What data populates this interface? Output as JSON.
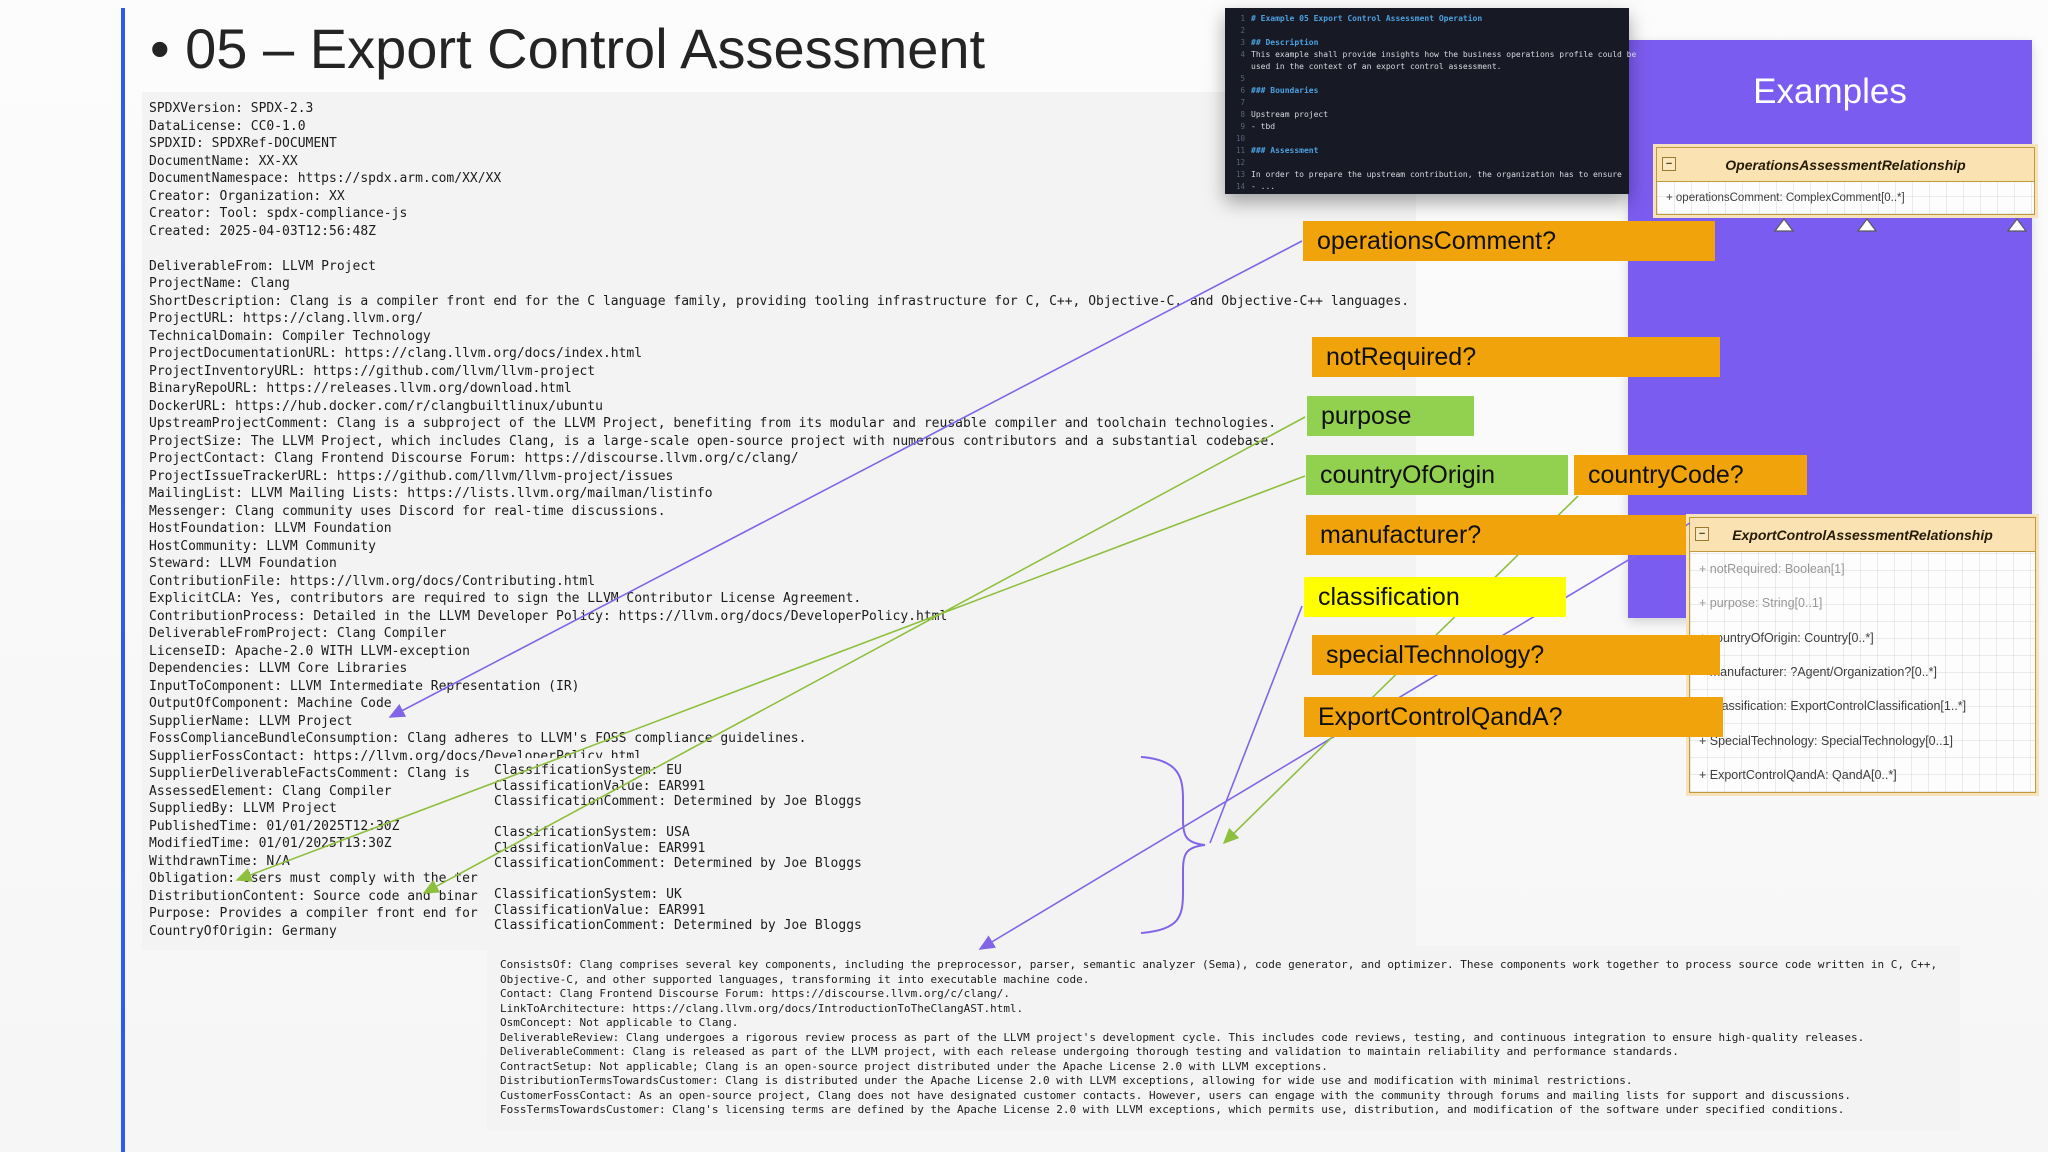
{
  "title": {
    "text": "• 05 – Export Control Assessment"
  },
  "colors": {
    "accent_line": "#2e5bea",
    "purple_panel": "#7b5cf0",
    "orange_label": "#f0a30a",
    "green_label": "#92d050",
    "yellow_label": "#ffff00",
    "purple_connector": "#8165e6",
    "green_connector": "#8fbf3f",
    "code_heading": "#4da0e0"
  },
  "icons": {
    "collapse_glyph": "−"
  },
  "spdx": {
    "lines": [
      "SPDXVersion: SPDX-2.3",
      "DataLicense: CC0-1.0",
      "SPDXID: SPDXRef-DOCUMENT",
      "DocumentName: XX-XX",
      "DocumentNamespace: https://spdx.arm.com/XX/XX",
      "Creator: Organization: XX",
      "Creator: Tool: spdx-compliance-js",
      "Created: 2025-04-03T12:56:48Z",
      "",
      "DeliverableFrom: LLVM Project",
      "ProjectName: Clang",
      "ShortDescription: Clang is a compiler front end for the C language family, providing tooling infrastructure for C, C++, Objective-C, and Objective-C++ languages.",
      "ProjectURL: https://clang.llvm.org/",
      "TechnicalDomain: Compiler Technology",
      "ProjectDocumentationURL: https://clang.llvm.org/docs/index.html",
      "ProjectInventoryURL: https://github.com/llvm/llvm-project",
      "BinaryRepoURL: https://releases.llvm.org/download.html",
      "DockerURL: https://hub.docker.com/r/clangbuiltlinux/ubuntu",
      "UpstreamProjectComment: Clang is a subproject of the LLVM Project, benefiting from its modular and reusable compiler and toolchain technologies.",
      "ProjectSize: The LLVM Project, which includes Clang, is a large-scale open-source project with numerous contributors and a substantial codebase.",
      "ProjectContact: Clang Frontend Discourse Forum: https://discourse.llvm.org/c/clang/",
      "ProjectIssueTrackerURL: https://github.com/llvm/llvm-project/issues",
      "MailingList: LLVM Mailing Lists: https://lists.llvm.org/mailman/listinfo",
      "Messenger: Clang community uses Discord for real-time discussions.",
      "HostFoundation: LLVM Foundation",
      "HostCommunity: LLVM Community",
      "Steward: LLVM Foundation",
      "ContributionFile: https://llvm.org/docs/Contributing.html",
      "ExplicitCLA: Yes, contributors are required to sign the LLVM Contributor License Agreement.",
      "ContributionProcess: Detailed in the LLVM Developer Policy: https://llvm.org/docs/DeveloperPolicy.html",
      "DeliverableFromProject: Clang Compiler",
      "LicenseID: Apache-2.0 WITH LLVM-exception",
      "Dependencies: LLVM Core Libraries",
      "InputToComponent: LLVM Intermediate Representation (IR)",
      "OutputOfComponent: Machine Code",
      "SupplierName: LLVM Project",
      "FossComplianceBundleConsumption: Clang adheres to LLVM's FOSS compliance guidelines.",
      "SupplierFossContact: https://llvm.org/docs/DeveloperPolicy.html",
      "SupplierDeliverableFactsComment: Clang is (",
      "AssessedElement: Clang Compiler",
      "SuppliedBy: LLVM Project",
      "PublishedTime: 01/01/2025T12:30Z",
      "ModifiedTime: 01/01/2025T13:30Z",
      "WithdrawnTime: N/A",
      "Obligation: Users must comply with the ter",
      "DistributionContent: Source code and binar",
      "Purpose: Provides a compiler front end for",
      "CountryOfOrigin: Germany"
    ]
  },
  "classification": {
    "lines": [
      "ClassificationSystem: EU",
      "ClassificationValue: EAR991",
      "ClassificationComment: Determined by Joe Bloggs",
      "",
      "ClassificationSystem: USA",
      "ClassificationValue: EAR991",
      "ClassificationComment: Determined by Joe Bloggs",
      "",
      "ClassificationSystem: UK",
      "ClassificationValue: EAR991",
      "ClassificationComment: Determined by Joe Bloggs"
    ]
  },
  "details": {
    "lines": [
      "ConsistsOf: Clang comprises several key components, including the preprocessor, parser, semantic analyzer (Sema), code generator, and optimizer. These components work together to process source code written in C, C++, Objective-C, and other supported languages, transforming it into executable machine code.",
      "Contact: Clang Frontend Discourse Forum: https://discourse.llvm.org/c/clang/.",
      "LinkToArchitecture: https://clang.llvm.org/docs/IntroductionToTheClangAST.html.",
      "OsmConcept: Not applicable to Clang.",
      "DeliverableReview: Clang undergoes a rigorous review process as part of the LLVM project's development cycle. This includes code reviews, testing, and continuous integration to ensure high-quality releases.",
      "DeliverableComment: Clang is released as part of the LLVM project, with each release undergoing thorough testing and validation to maintain reliability and performance standards.",
      "ContractSetup: Not applicable; Clang is an open-source project distributed under the Apache License 2.0 with LLVM exceptions.",
      "DistributionTermsTowardsCustomer: Clang is distributed under the Apache License 2.0 with LLVM exceptions, allowing for wide use and modification with minimal restrictions.",
      "CustomerFossContact: As an open-source project, Clang does not have designated customer contacts. However, users can engage with the community through forums and mailing lists for support and discussions.",
      "FossTermsTowardsCustomer: Clang's licensing terms are defined by the Apache License 2.0 with LLVM exceptions, which permits use, distribution, and modification of the software under specified conditions."
    ]
  },
  "code": {
    "rows": [
      {
        "n": "1",
        "t": "# Example 05 Export Control Assessment Operation",
        "cls": "h"
      },
      {
        "n": "2",
        "t": ""
      },
      {
        "n": "3",
        "t": "## Description",
        "cls": "h"
      },
      {
        "n": "4",
        "t": "This example shall provide insights how the business operations profile could be"
      },
      {
        "n": "",
        "t": "used in the context of an export control assessment."
      },
      {
        "n": "5",
        "t": ""
      },
      {
        "n": "6",
        "t": "### Boundaries",
        "cls": "h"
      },
      {
        "n": "7",
        "t": ""
      },
      {
        "n": "8",
        "t": "Upstream project"
      },
      {
        "n": "9",
        "t": "- tbd"
      },
      {
        "n": "10",
        "t": ""
      },
      {
        "n": "11",
        "t": "### Assessment",
        "cls": "h"
      },
      {
        "n": "12",
        "t": ""
      },
      {
        "n": "13",
        "t": "In order to prepare the upstream contribution, the organization has to ensure"
      },
      {
        "n": "14",
        "t": "- ..."
      }
    ]
  },
  "examples": {
    "title": "Examples"
  },
  "uml": {
    "box1": {
      "title": "OperationsAssessmentRelationship",
      "rows": [
        {
          "text": "+ operationsComment: ComplexComment[0..*]"
        }
      ]
    },
    "box2": {
      "title": "ExportControlAssessmentRelationship",
      "rows": [
        {
          "text": "+ notRequired: Boolean[1]",
          "cls": "muted"
        },
        {
          "text": "+ purpose: String[0..1]",
          "cls": "muted"
        },
        {
          "text": "+ countryOfOrigin: Country[0..*]"
        },
        {
          "text": "+ manufacturer: ?Agent/Organization?[0..*]"
        },
        {
          "text": "+ Classification: ExportControlClassification[1..*]"
        },
        {
          "text": "+ SpecialTechnology: SpecialTechnology[0..1]"
        },
        {
          "text": "+ ExportControlQandA: QandA[0..*]"
        }
      ]
    }
  },
  "labels": [
    {
      "text": "operationsComment?",
      "cls": "l1"
    },
    {
      "text": "notRequired?",
      "cls": "l2"
    },
    {
      "text": "purpose",
      "cls": "l3"
    },
    {
      "text": "countryOfOrigin",
      "cls": "l4"
    },
    {
      "text": "countryCode?",
      "cls": "l5"
    },
    {
      "text": "manufacturer?",
      "cls": "l6"
    },
    {
      "text": "classification",
      "cls": "l7"
    },
    {
      "text": "specialTechnology?",
      "cls": "l8"
    },
    {
      "text": "ExportControlQandA?",
      "cls": "l9"
    }
  ]
}
